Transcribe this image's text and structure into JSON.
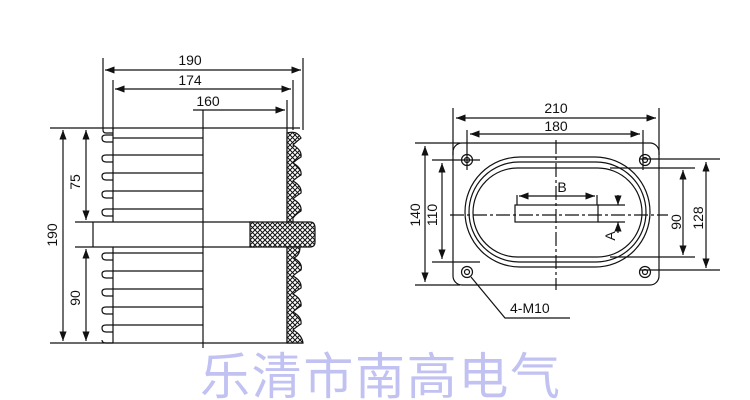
{
  "side_view": {
    "dims": {
      "overall_width": "190",
      "mid_width": "174",
      "half_width": "160",
      "height": "190",
      "upper": "75",
      "lower": "90"
    }
  },
  "top_view": {
    "dims": {
      "plate_width": "210",
      "hole_spacing_x": "180",
      "plate_height": "140",
      "inner_height": "110",
      "oval_height": "90",
      "hole_spacing_y": "128",
      "slot_length": "B",
      "slot_width": "A"
    },
    "holes_label": "4-M10"
  },
  "watermark": "乐清市南高电气",
  "colors": {
    "line": "#111111",
    "watermark": "#8f8fe8"
  }
}
